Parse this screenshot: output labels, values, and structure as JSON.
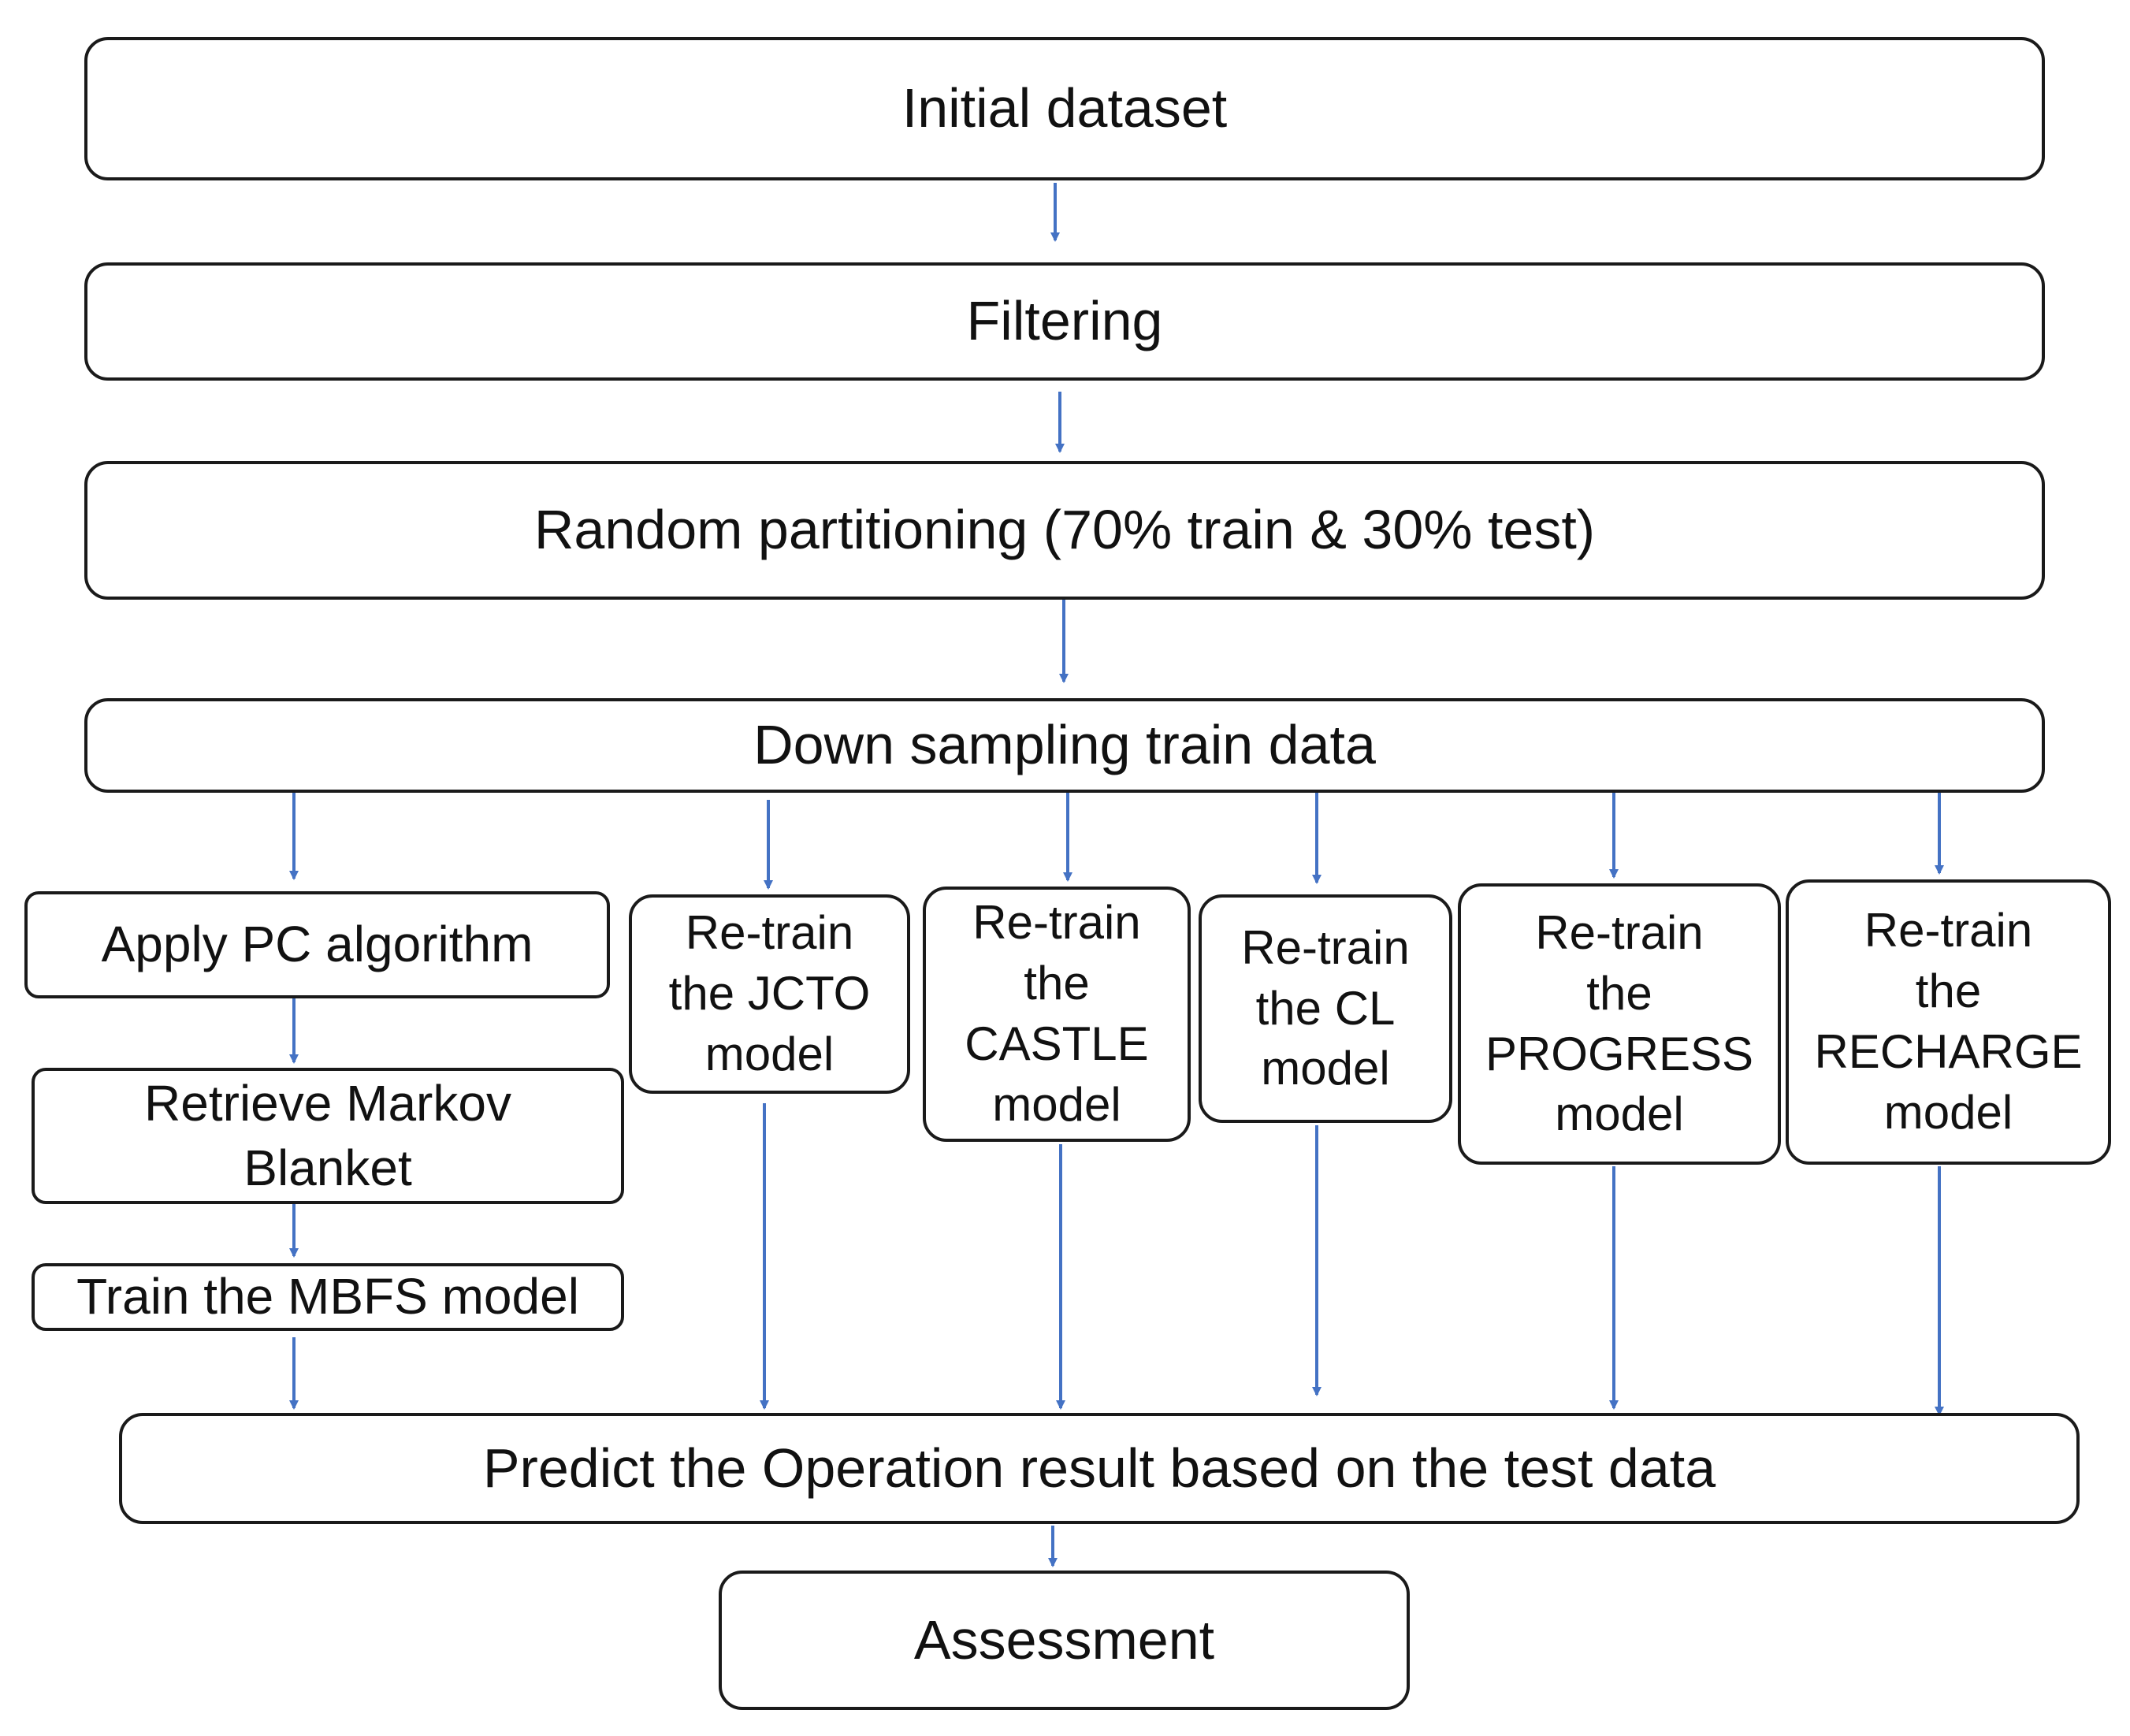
{
  "diagram": {
    "arrow_color": "#4472c4",
    "border_color": "#1a1a1a",
    "nodes": {
      "initial_dataset": "Initial dataset",
      "filtering": "Filtering",
      "random_partitioning": "Random partitioning (70% train & 30% test)",
      "down_sampling": "Down sampling train data",
      "apply_pc": "Apply PC algorithm",
      "retrieve_markov": "Retrieve Markov\nBlanket",
      "train_mbfs": "Train the MBFS model",
      "retrain_jcto": "Re-train\nthe JCTO\nmodel",
      "retrain_castle": "Re-train\nthe\nCASTLE\nmodel",
      "retrain_cl": "Re-train\nthe CL\nmodel",
      "retrain_progress": "Re-train\nthe\nPROGRESS\nmodel",
      "retrain_recharge": "Re-train\nthe\nRECHARGE\nmodel",
      "predict": "Predict the Operation result based on the test data",
      "assessment": "Assessment"
    }
  }
}
